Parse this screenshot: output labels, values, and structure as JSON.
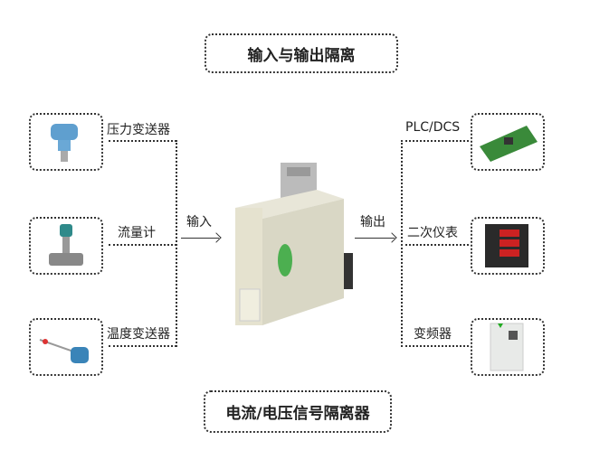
{
  "title": "输入与输出隔离",
  "footer": "电流/电压信号隔离器",
  "input_label": "输入",
  "output_label": "输出",
  "inputs": [
    {
      "label": "压力变送器"
    },
    {
      "label": "流量计"
    },
    {
      "label": "温度变送器"
    }
  ],
  "outputs": [
    {
      "label": "PLC/DCS"
    },
    {
      "label": "二次仪表"
    },
    {
      "label": "变频器"
    }
  ]
}
